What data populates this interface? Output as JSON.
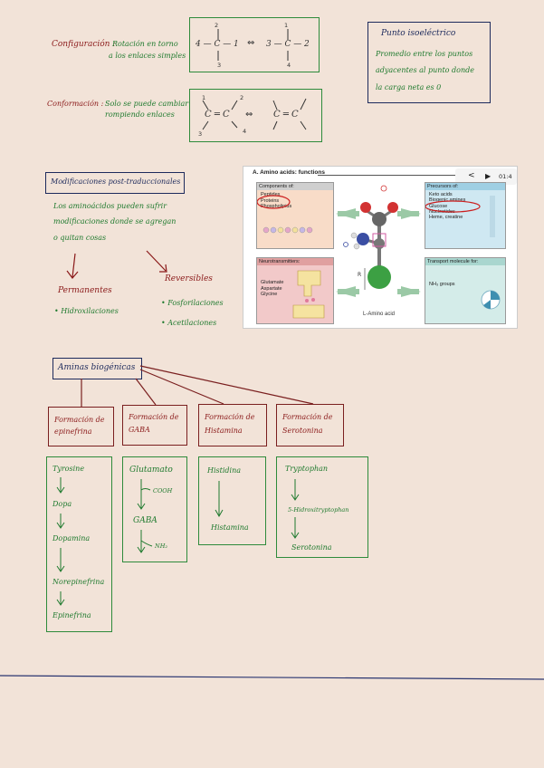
{
  "config": {
    "label": "Configuración :",
    "desc1": "Rotación en torno",
    "desc2": "a los enlaces simples",
    "left_formula": "4 — C — 1",
    "left_top": "2",
    "left_bottom": "3",
    "equiv": "⇔",
    "right_formula": "3 — C — 2",
    "right_top": "1",
    "right_bottom": "4"
  },
  "conform": {
    "label": "Conformación :",
    "desc1": "Solo se puede cambiar",
    "desc2": "rompiendo enlaces",
    "left_formula": "C ═ C",
    "equiv": "⇔",
    "right_formula": "C ═ C",
    "nums": [
      "1",
      "2",
      "3",
      "4"
    ]
  },
  "isoelectric": {
    "title": "Punto isoeléctrico",
    "lines": [
      "Promedio entre los puntos",
      "adyacentes al punto donde",
      "la carga neta es 0"
    ]
  },
  "modifications": {
    "title": "Modificaciones post-traduccionales",
    "lines": [
      "Los aminoácidos pueden sufrir",
      "modificaciones donde se agregan",
      "o quitan cosas"
    ],
    "permanent_label": "Permanentes",
    "permanent_items": [
      "• Hidroxilaciones"
    ],
    "reversible_label": "Reversibles",
    "reversible_items": [
      "• Fosforilaciones",
      "• Acetilaciones"
    ]
  },
  "figure": {
    "heading": "A. Amino acids: functions",
    "nav_back": "<",
    "nav_play": "▶",
    "nav_time": "01:4",
    "components_header": "Components of:",
    "components_items": [
      "Peptides",
      "Proteins",
      "Phospholipids"
    ],
    "precursors_header": "Precursors of:",
    "precursors_items": [
      "Keto acids",
      "Biogenic amines",
      "Glucose",
      "Nucleotides",
      "Heme, creatine"
    ],
    "neuro_header": "Neurotransmitters:",
    "neuro_items": [
      "Glutamate",
      "Aspartate",
      "Glycine"
    ],
    "transport_header": "Transport molecule for:",
    "transport_item": "NH₃ groups",
    "center_caption": "L-Amino acid",
    "r_label": "R"
  },
  "biogenic": {
    "title": "Aminas biogénicas",
    "headers": [
      "Formación de epinefrina",
      "Formación de GABA",
      "Formación de Histamina",
      "Formación de Serotonina"
    ],
    "epinephrine": [
      "Tyrosine",
      "Dopa",
      "Dopamina",
      "Norepinefrina",
      "Epinefrina"
    ],
    "gaba": [
      "Glutamato",
      "COOH",
      "GABA",
      "NH₂"
    ],
    "histamine": [
      "Histidina",
      "Histamina"
    ],
    "serotonin": [
      "Tryptophan",
      "5-Hidroxitryptophan",
      "Serotonina"
    ]
  },
  "colors": {
    "background": "#f2e3d8",
    "red_ink": "#8b1a1a",
    "green_ink": "#1f7a2e",
    "navy_ink": "#1d2a5c"
  }
}
